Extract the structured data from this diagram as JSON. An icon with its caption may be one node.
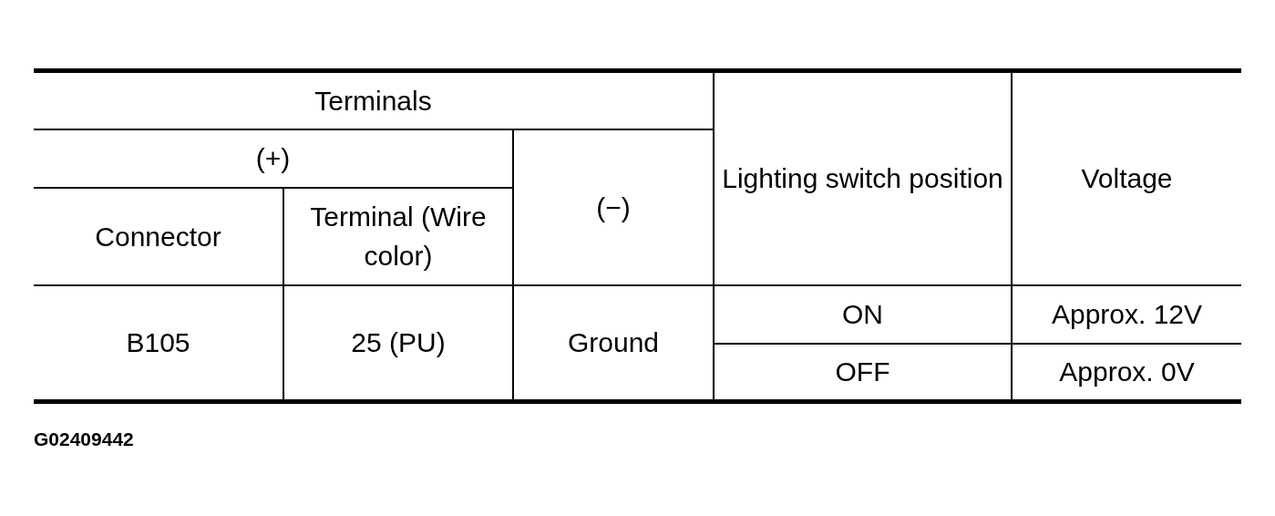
{
  "diagram": {
    "labels": [
      "Terminals",
      "Lighting switch position",
      "Voltage",
      "(+)",
      "(−)",
      "Connector",
      "Terminal (Wire color)",
      "B105",
      "25 (PU)",
      "Ground",
      "ON",
      "Approx. 12V",
      "OFF",
      "Approx. 0V",
      "G02409442"
    ]
  }
}
